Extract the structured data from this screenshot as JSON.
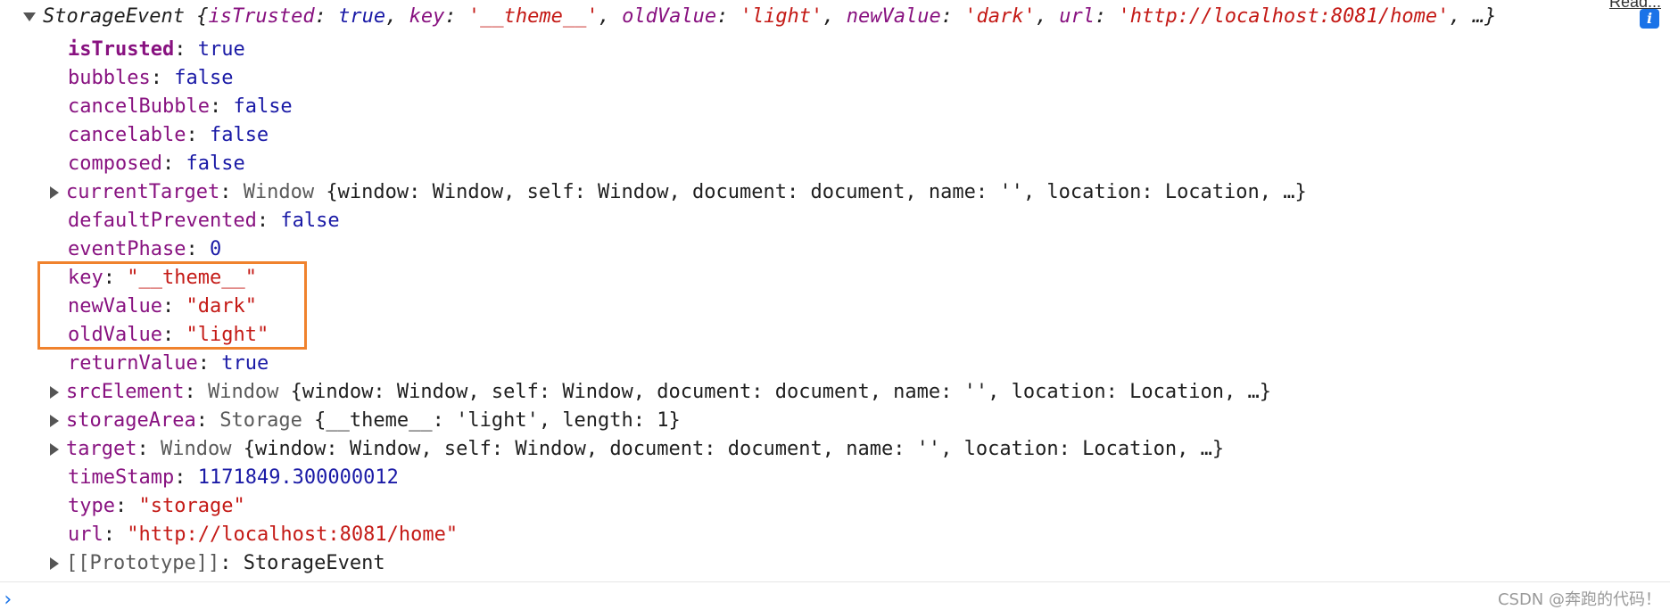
{
  "header": {
    "class_name": "StorageEvent",
    "open_brace": " {",
    "p1_key": "isTrusted",
    "p1_val": "true",
    "p2_key": "key",
    "p2_val": "'__theme__'",
    "p3_key": "oldValue",
    "p3_val": "'light'",
    "p4_key": "newValue",
    "p4_val": "'dark'",
    "p5_key": "url",
    "p5_val": "'http://localhost:8081/home'",
    "tail": ", …}",
    "top_link": "Read..."
  },
  "props": {
    "isTrusted": {
      "key": "isTrusted",
      "val": "true"
    },
    "bubbles": {
      "key": "bubbles",
      "val": "false"
    },
    "cancelBubble": {
      "key": "cancelBubble",
      "val": "false"
    },
    "cancelable": {
      "key": "cancelable",
      "val": "false"
    },
    "composed": {
      "key": "composed",
      "val": "false"
    },
    "currentTarget": {
      "key": "currentTarget",
      "type": "Window",
      "preview": " {window: Window, self: Window, document: document, name: '', location: Location, …}"
    },
    "defaultPrevented": {
      "key": "defaultPrevented",
      "val": "false"
    },
    "eventPhase": {
      "key": "eventPhase",
      "val": "0"
    },
    "key": {
      "key": "key",
      "val": "\"__theme__\""
    },
    "newValue": {
      "key": "newValue",
      "val": "\"dark\""
    },
    "oldValue": {
      "key": "oldValue",
      "val": "\"light\""
    },
    "returnValue": {
      "key": "returnValue",
      "val": "true"
    },
    "srcElement": {
      "key": "srcElement",
      "type": "Window",
      "preview": " {window: Window, self: Window, document: document, name: '', location: Location, …}"
    },
    "storageArea": {
      "key": "storageArea",
      "type": "Storage",
      "preview": " {__theme__: 'light', length: 1}"
    },
    "target": {
      "key": "target",
      "type": "Window",
      "preview": " {window: Window, self: Window, document: document, name: '', location: Location, …}"
    },
    "timeStamp": {
      "key": "timeStamp",
      "val": "1171849.300000012"
    },
    "type": {
      "key": "type",
      "val": "\"storage\""
    },
    "url": {
      "key": "url",
      "val": "\"http://localhost:8081/home\""
    },
    "prototype": {
      "key": "[[Prototype]]",
      "val": "StorageEvent"
    }
  },
  "prompt": {
    "symbol": "›"
  },
  "watermark": "CSDN @奔跑的代码！",
  "colors": {
    "highlight_border": "#f0822d",
    "key": "#881280",
    "string": "#c41a16",
    "literal": "#1a1aa6"
  }
}
